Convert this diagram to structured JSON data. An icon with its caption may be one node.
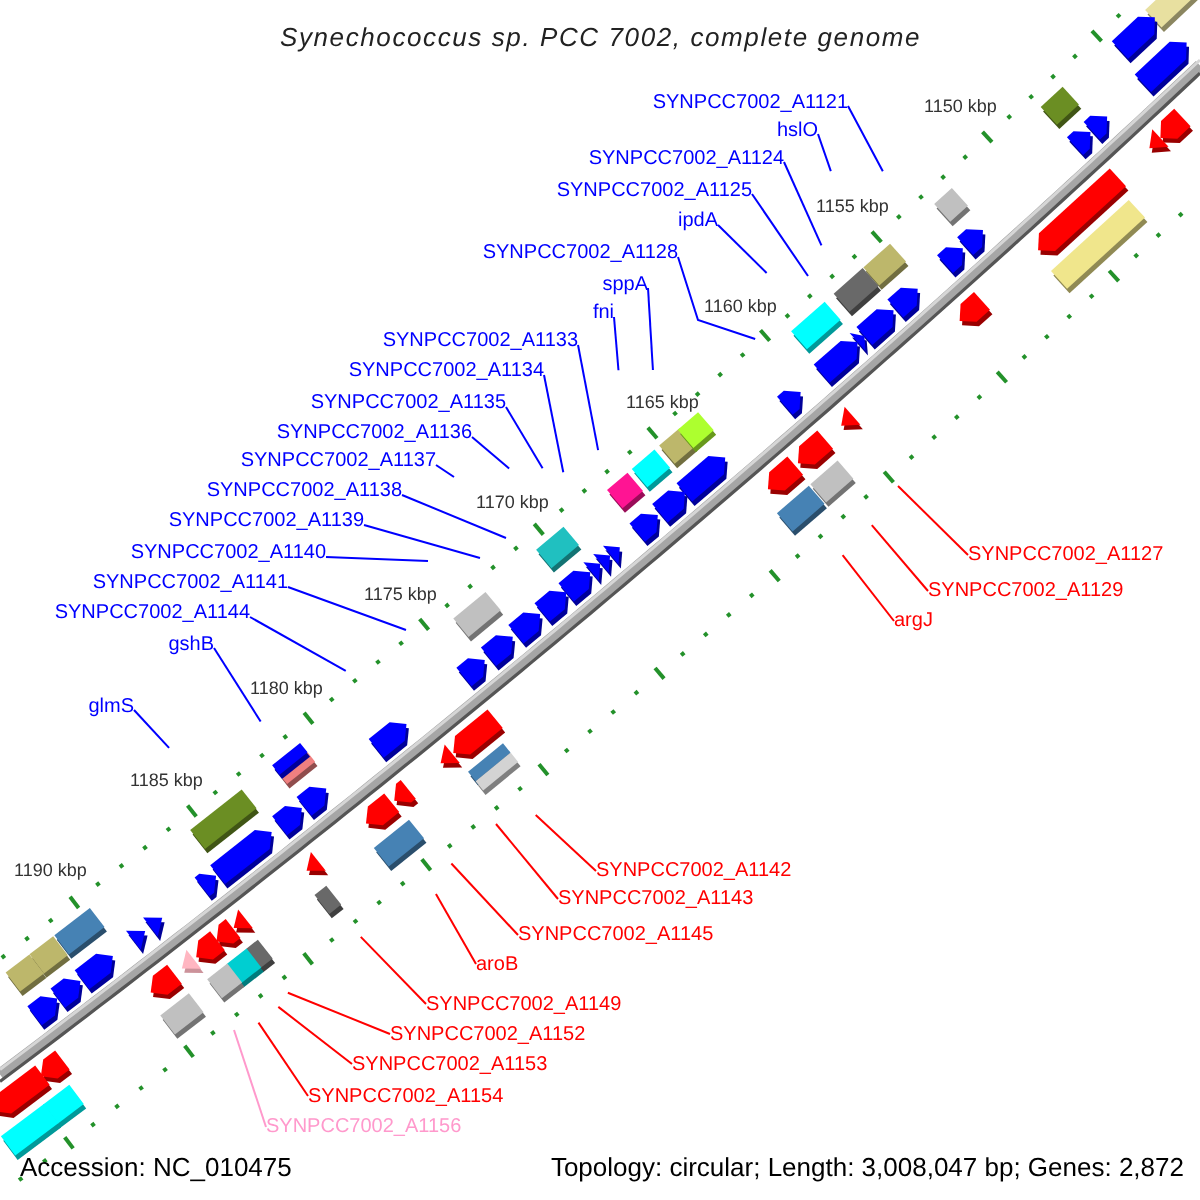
{
  "diagram": {
    "title": "Synechococcus sp. PCC 7002, complete genome",
    "nodes": [
      {
        "text": [
          "SYNPCC7002_A1121"
        ]
      },
      {
        "text": [
          "hslO"
        ]
      },
      {
        "text": [
          "SYNPCC7002_A1124"
        ]
      },
      {
        "text": [
          "SYNPCC7002_A1125"
        ]
      },
      {
        "text": [
          "ipdA"
        ]
      },
      {
        "text": [
          "SYNPCC7002_A1128"
        ]
      },
      {
        "text": [
          "sppA"
        ]
      },
      {
        "text": [
          "fni"
        ]
      },
      {
        "text": [
          "SYNPCC7002_A1133"
        ]
      },
      {
        "text": [
          "SYNPCC7002_A1134"
        ]
      },
      {
        "text": [
          "SYNPCC7002_A1135"
        ]
      },
      {
        "text": [
          "SYNPCC7002_A1136"
        ]
      },
      {
        "text": [
          "SYNPCC7002_A1137"
        ]
      },
      {
        "text": [
          "SYNPCC7002_A1138"
        ]
      },
      {
        "text": [
          "SYNPCC7002_A1139"
        ]
      },
      {
        "text": [
          "SYNPCC7002_A1127"
        ]
      },
      {
        "text": [
          "SYNPCC7002_A1140"
        ]
      },
      {
        "text": [
          "SYNPCC7002_A1141"
        ]
      },
      {
        "text": [
          "SYNPCC7002_A1129"
        ]
      },
      {
        "text": [
          "SYNPCC7002_A1144"
        ]
      },
      {
        "text": [
          "argJ"
        ]
      },
      {
        "text": [
          "gshB"
        ]
      },
      {
        "text": [
          "glmS"
        ]
      },
      {
        "text": [
          "SYNPCC7002_A1142"
        ]
      },
      {
        "text": [
          "SYNPCC7002_A1143"
        ]
      },
      {
        "text": [
          "SYNPCC7002_A1145"
        ]
      },
      {
        "text": [
          "aroB"
        ]
      },
      {
        "text": [
          "SYNPCC7002_A1149"
        ]
      },
      {
        "text": [
          "SYNPCC7002_A1152"
        ]
      },
      {
        "text": [
          "SYNPCC7002_A1153"
        ]
      },
      {
        "text": [
          "SYNPCC7002_A1154"
        ]
      },
      {
        "text": [
          "SYNPCC7002_A1156"
        ]
      }
    ],
    "edges": [
      {
        "from": 0,
        "to": null,
        "arrow": "none"
      },
      {
        "from": 1,
        "to": null,
        "arrow": "none"
      },
      {
        "from": 2,
        "to": null,
        "arrow": "none"
      },
      {
        "from": 3,
        "to": null,
        "arrow": "none"
      },
      {
        "from": 4,
        "to": null,
        "arrow": "none"
      },
      {
        "from": 5,
        "to": null,
        "arrow": "none"
      },
      {
        "from": 6,
        "to": null,
        "arrow": "none"
      },
      {
        "from": 7,
        "to": null,
        "arrow": "none"
      },
      {
        "from": 8,
        "to": null,
        "arrow": "none"
      },
      {
        "from": 9,
        "to": null,
        "arrow": "none"
      },
      {
        "from": 10,
        "to": null,
        "arrow": "none"
      },
      {
        "from": 11,
        "to": null,
        "arrow": "none"
      },
      {
        "from": 12,
        "to": null,
        "arrow": "none"
      },
      {
        "from": 13,
        "to": null,
        "arrow": "none"
      },
      {
        "from": 14,
        "to": null,
        "arrow": "none"
      },
      {
        "from": 15,
        "to": null,
        "arrow": "none",
        "color": "#ff0000"
      },
      {
        "from": 16,
        "to": null,
        "arrow": "none"
      },
      {
        "from": 17,
        "to": null,
        "arrow": "none"
      },
      {
        "from": 18,
        "to": null,
        "arrow": "none",
        "color": "#ff0000"
      },
      {
        "from": 19,
        "to": null,
        "arrow": "none"
      },
      {
        "from": 20,
        "to": null,
        "arrow": "none",
        "color": "#ff0000"
      },
      {
        "from": 21,
        "to": null,
        "arrow": "none"
      },
      {
        "from": 22,
        "to": null,
        "arrow": "none"
      },
      {
        "from": 23,
        "to": null,
        "arrow": "none",
        "color": "#ff0000"
      },
      {
        "from": 24,
        "to": null,
        "arrow": "none",
        "color": "#ff0000"
      },
      {
        "from": 25,
        "to": null,
        "arrow": "none",
        "color": "#ff0000"
      },
      {
        "from": 26,
        "to": null,
        "arrow": "none",
        "color": "#ff0000"
      },
      {
        "from": 27,
        "to": null,
        "arrow": "none",
        "color": "#ff0000"
      },
      {
        "from": 28,
        "to": null,
        "arrow": "none",
        "color": "#ff0000"
      },
      {
        "from": 29,
        "to": null,
        "arrow": "none",
        "color": "#ff0000"
      },
      {
        "from": 30,
        "to": null,
        "arrow": "none",
        "color": "#ff0000"
      },
      {
        "from": 31,
        "to": null,
        "arrow": "none",
        "color": "#ff99cc"
      }
    ],
    "labels": [
      "1150 kbp",
      "1155 kbp",
      "1160 kbp",
      "1165 kbp",
      "1170 kbp",
      "1175 kbp",
      "1180 kbp",
      "1185 kbp",
      "1190 kbp",
      "Accession: NC_010475",
      "Topology: circular; Length: 3,008,047 bp; Genes: 2,872"
    ]
  }
}
